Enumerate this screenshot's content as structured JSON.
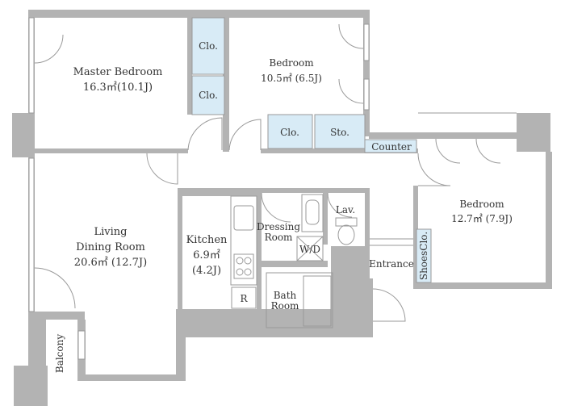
{
  "rooms": {
    "master_bedroom": {
      "name": "Master Bedroom",
      "area": "16.3㎡(10.1J)"
    },
    "bedroom_north": {
      "name": "Bedroom",
      "area": "10.5㎡ (6.5J)"
    },
    "bedroom_east": {
      "name": "Bedroom",
      "area": "12.7㎡ (7.9J)"
    },
    "living": {
      "name_line1": "Living",
      "name_line2": "Dining Room",
      "area": "20.6㎡ (12.7J)"
    },
    "kitchen": {
      "name": "Kitchen",
      "area": "6.9㎡",
      "tatami": "(4.2J)"
    },
    "dressing": {
      "name_line1": "Dressing",
      "name_line2": "Room"
    },
    "bath": {
      "name_line1": "Bath",
      "name_line2": "Room"
    },
    "entrance": {
      "name": "Entrance"
    },
    "balcony": {
      "name": "Balcony"
    },
    "lav": {
      "name": "Lav."
    }
  },
  "fixtures": {
    "clo_1": "Clo.",
    "clo_2": "Clo.",
    "clo_3": "Clo.",
    "storage": "Sto.",
    "counter": "Counter",
    "shoes_closet": "ShoesClo.",
    "washer_dryer": "W/D",
    "refrigerator": "R"
  },
  "colors": {
    "wall": "#b3b3b3",
    "closet": "#d8ebf6",
    "line": "#9a9a9a"
  }
}
